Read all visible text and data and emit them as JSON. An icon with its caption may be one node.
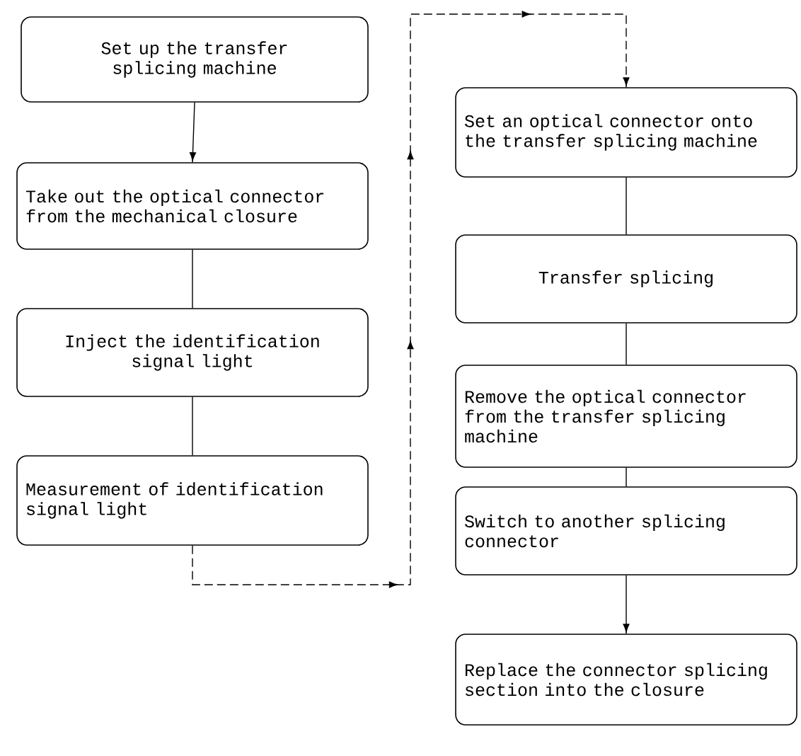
{
  "diagram": {
    "nodes": [
      {
        "text": [
          "Set up the transfer splicing machine"
        ]
      },
      {
        "text": [
          "Take out the optical connector from the mechanical closure"
        ]
      },
      {
        "text": [
          "Inject the identification signal light"
        ]
      },
      {
        "text": [
          "Measurement of identification signal light"
        ]
      },
      {
        "text": [
          "Set an optical connector onto the transfer splicing machine"
        ]
      },
      {
        "text": [
          "Transfer splicing"
        ]
      },
      {
        "text": [
          "Remove the optical connector from the transfer splicing machine"
        ]
      },
      {
        "text": [
          "Switch to another splicing connector"
        ]
      },
      {
        "text": [
          "Replace the connector splicing section into the closure"
        ]
      }
    ],
    "edges": [
      {
        "from": 0,
        "to": 1,
        "arrow": "to"
      },
      {
        "from": 1,
        "to": 2,
        "arrow": "none"
      },
      {
        "from": 2,
        "to": 3,
        "arrow": "none"
      },
      {
        "from": 3,
        "to": 4,
        "arrow": "to",
        "style": "dashed"
      },
      {
        "from": 4,
        "to": 5,
        "arrow": "none"
      },
      {
        "from": 5,
        "to": 6,
        "arrow": "none"
      },
      {
        "from": 6,
        "to": 7,
        "arrow": "none"
      },
      {
        "from": 7,
        "to": 8,
        "arrow": "to"
      }
    ]
  }
}
